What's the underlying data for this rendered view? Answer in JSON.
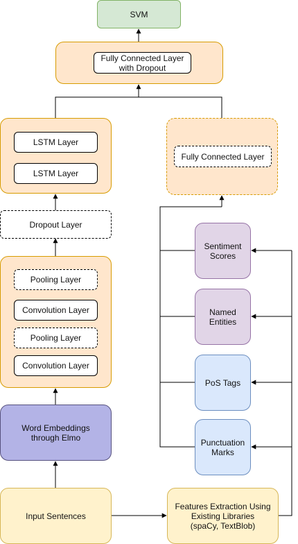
{
  "nodes": {
    "svm": "SVM",
    "fc_dropout": "Fully Connected Layer\nwith Dropout",
    "lstm_top": "LSTM Layer",
    "lstm_bottom": "LSTM Layer",
    "dropout": "Dropout Layer",
    "pool_top": "Pooling Layer",
    "conv_top": "Convolution Layer",
    "pool_bottom": "Pooling Layer",
    "conv_bottom": "Convolution Layer",
    "embeddings": "Word Embeddings\nthrough Elmo",
    "input": "Input Sentences",
    "fc_right": "Fully Connected Layer",
    "sentiment": "Sentiment\nScores",
    "entities": "Named\nEntities",
    "pos": "PoS Tags",
    "punct": "Punctuation\nMarks",
    "features": "Features Extraction Using\nExisting Libraries\n(spaCy, TextBlob)"
  },
  "colors": {
    "orange_fill": "#ffe6cc",
    "orange_stroke": "#d79b00",
    "green_fill": "#d5e8d4",
    "purple_fill": "#b3b3e6",
    "yellow_fill": "#fff2cc",
    "lilac_fill": "#e1d5e7",
    "blue_fill": "#dae8fc"
  }
}
